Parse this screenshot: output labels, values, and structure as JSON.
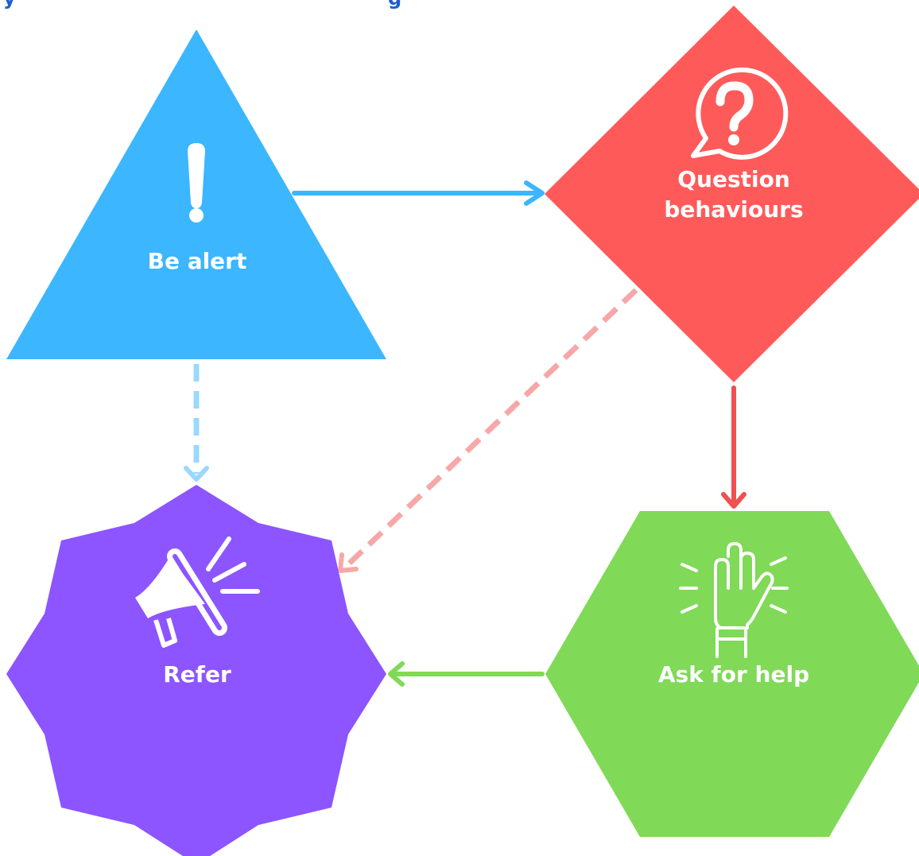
{
  "header": {
    "text": "...y ...g"
  },
  "nodes": {
    "alert": {
      "label": "Be alert",
      "color": "#3bb6ff",
      "icon": "exclamation-icon"
    },
    "question": {
      "label_line1": "Question",
      "label_line2": "behaviours",
      "color": "#ff5a5a",
      "icon": "question-bubble-icon"
    },
    "help": {
      "label": "Ask for help",
      "color": "#80d957",
      "icon": "raised-hand-icon"
    },
    "refer": {
      "label": "Refer",
      "color": "#8c55ff",
      "icon": "megaphone-icon"
    }
  },
  "edges": [
    {
      "from": "alert",
      "to": "question",
      "style": "solid",
      "color": "#3bb6ff"
    },
    {
      "from": "alert",
      "to": "refer",
      "style": "dashed",
      "color": "#99d8ff"
    },
    {
      "from": "question",
      "to": "help",
      "style": "solid",
      "color": "#f05050"
    },
    {
      "from": "question",
      "to": "refer",
      "style": "dashed",
      "color": "#f7a7a7"
    },
    {
      "from": "help",
      "to": "refer",
      "style": "solid",
      "color": "#80d957"
    }
  ]
}
